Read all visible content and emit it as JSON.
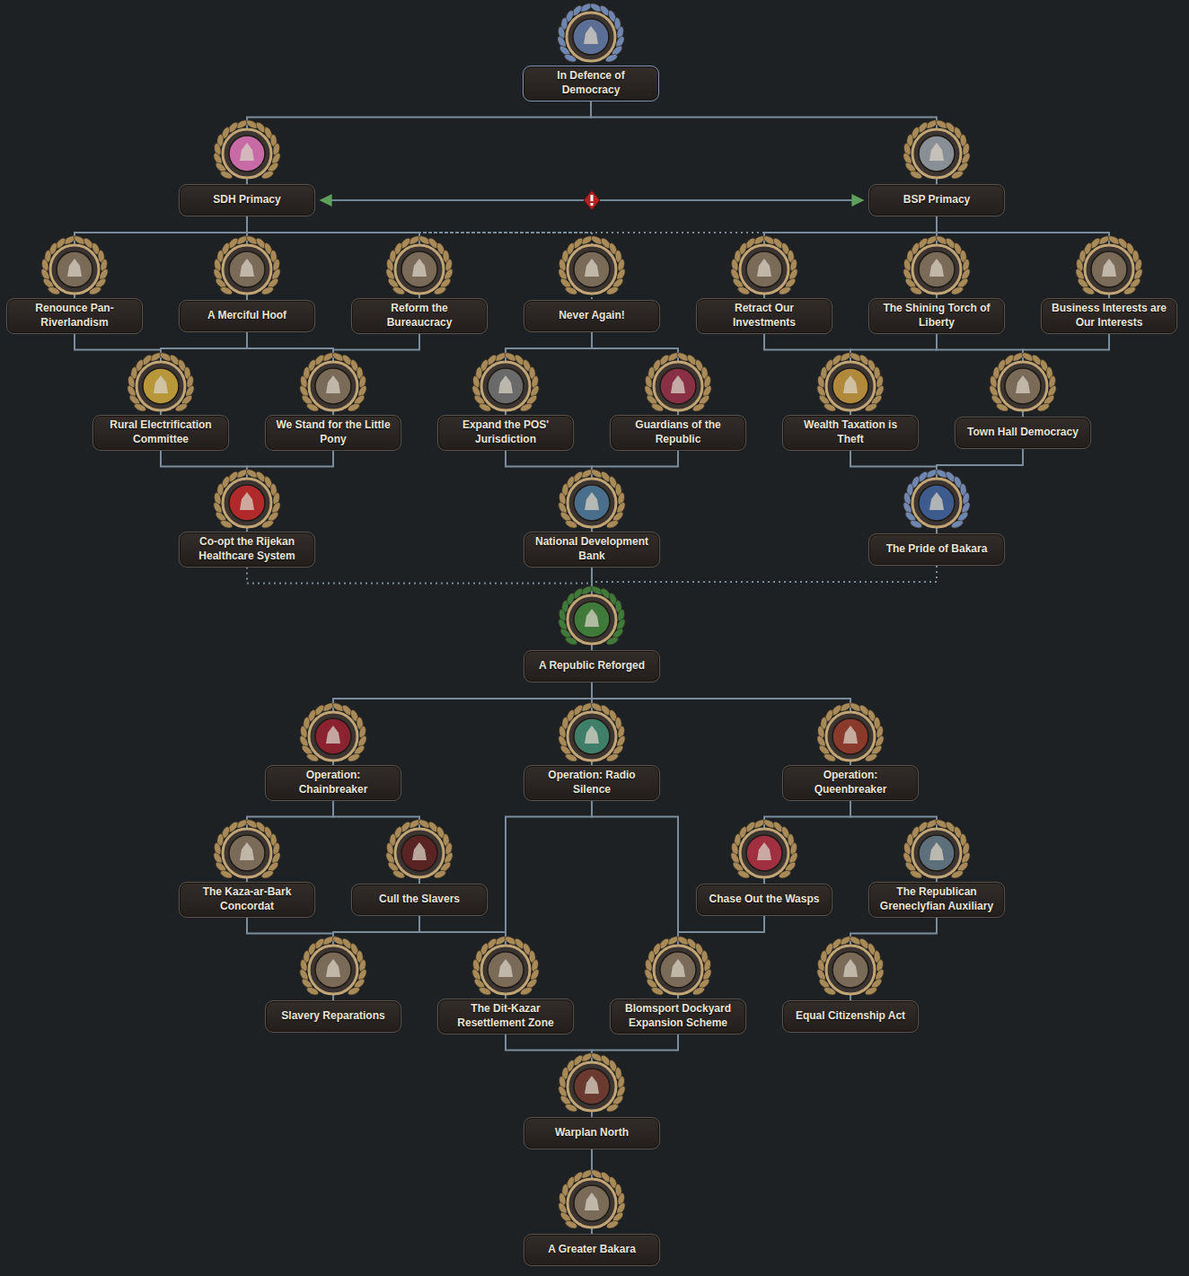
{
  "diagram": {
    "nodes": [
      {
        "text": [
          "In Defence of Democracy"
        ]
      },
      {
        "text": [
          "SDH Primacy"
        ]
      },
      {
        "text": [
          "BSP Primacy"
        ]
      },
      {
        "text": [
          "Renounce Pan-Riverlandism"
        ]
      },
      {
        "text": [
          "A Merciful Hoof"
        ]
      },
      {
        "text": [
          "Reform the Bureaucracy"
        ]
      },
      {
        "text": [
          "Never Again!"
        ]
      },
      {
        "text": [
          "Retract Our Investments"
        ]
      },
      {
        "text": [
          "The Shining Torch of Liberty"
        ]
      },
      {
        "text": [
          "Business Interests are Our Interests"
        ]
      },
      {
        "text": [
          "Rural Electrification Committee"
        ]
      },
      {
        "text": [
          "We Stand for the Little Pony"
        ]
      },
      {
        "text": [
          "Expand the POS' Jurisdiction"
        ]
      },
      {
        "text": [
          "Guardians of the Republic"
        ]
      },
      {
        "text": [
          "Wealth Taxation is Theft"
        ]
      },
      {
        "text": [
          "Town Hall Democracy"
        ]
      },
      {
        "text": [
          "Co-opt the Rijekan Healthcare System"
        ]
      },
      {
        "text": [
          "National Development Bank"
        ]
      },
      {
        "text": [
          "The Pride of Bakara"
        ]
      },
      {
        "text": [
          "A Republic Reforged"
        ]
      },
      {
        "text": [
          "Operation: Chainbreaker"
        ]
      },
      {
        "text": [
          "Operation: Radio Silence"
        ]
      },
      {
        "text": [
          "Operation: Queenbreaker"
        ]
      },
      {
        "text": [
          "The Kaza-ar-Bark Concordat"
        ]
      },
      {
        "text": [
          "Cull the Slavers"
        ]
      },
      {
        "text": [
          "Chase Out the Wasps"
        ]
      },
      {
        "text": [
          "The Republican Greneclyfian Auxiliary"
        ]
      },
      {
        "text": [
          "Slavery Reparations"
        ]
      },
      {
        "text": [
          "The Dit-Kazar Resettlement Zone"
        ]
      },
      {
        "text": [
          "Blomsport Dockyard Expansion Scheme"
        ]
      },
      {
        "text": [
          "Equal Citizenship Act"
        ]
      },
      {
        "text": [
          "Warplan North"
        ]
      },
      {
        "text": [
          "A Greater Bakara"
        ]
      }
    ],
    "edges": [
      {
        "from": 0,
        "to": 1,
        "arrow": "none"
      },
      {
        "from": 0,
        "to": 2,
        "arrow": "none"
      },
      {
        "from": 1,
        "to": 2,
        "arrow": "both"
      },
      {
        "from": 1,
        "to": 3,
        "arrow": "none"
      },
      {
        "from": 1,
        "to": 4,
        "arrow": "none"
      },
      {
        "from": 1,
        "to": 5,
        "arrow": "none"
      },
      {
        "from": 1,
        "to": 6,
        "arrow": "none"
      },
      {
        "from": 2,
        "to": 5,
        "arrow": "none"
      },
      {
        "from": 2,
        "to": 6,
        "arrow": "none"
      },
      {
        "from": 2,
        "to": 7,
        "arrow": "none"
      },
      {
        "from": 2,
        "to": 8,
        "arrow": "none"
      },
      {
        "from": 2,
        "to": 9,
        "arrow": "none"
      },
      {
        "from": 3,
        "to": 10,
        "arrow": "none"
      },
      {
        "from": 4,
        "to": 10,
        "arrow": "none"
      },
      {
        "from": 4,
        "to": 11,
        "arrow": "none"
      },
      {
        "from": 5,
        "to": 11,
        "arrow": "none"
      },
      {
        "from": 6,
        "to": 12,
        "arrow": "none"
      },
      {
        "from": 6,
        "to": 13,
        "arrow": "none"
      },
      {
        "from": 7,
        "to": 14,
        "arrow": "none"
      },
      {
        "from": 8,
        "to": 14,
        "arrow": "none"
      },
      {
        "from": 8,
        "to": 15,
        "arrow": "none"
      },
      {
        "from": 9,
        "to": 15,
        "arrow": "none"
      },
      {
        "from": 10,
        "to": 16,
        "arrow": "none"
      },
      {
        "from": 11,
        "to": 16,
        "arrow": "none"
      },
      {
        "from": 12,
        "to": 17,
        "arrow": "none"
      },
      {
        "from": 13,
        "to": 17,
        "arrow": "none"
      },
      {
        "from": 14,
        "to": 18,
        "arrow": "none"
      },
      {
        "from": 15,
        "to": 18,
        "arrow": "none"
      },
      {
        "from": 16,
        "to": 19,
        "arrow": "none"
      },
      {
        "from": 17,
        "to": 19,
        "arrow": "none"
      },
      {
        "from": 18,
        "to": 19,
        "arrow": "none"
      },
      {
        "from": 19,
        "to": 20,
        "arrow": "none"
      },
      {
        "from": 19,
        "to": 21,
        "arrow": "none"
      },
      {
        "from": 19,
        "to": 22,
        "arrow": "none"
      },
      {
        "from": 20,
        "to": 23,
        "arrow": "none"
      },
      {
        "from": 20,
        "to": 24,
        "arrow": "none"
      },
      {
        "from": 21,
        "to": 28,
        "arrow": "none"
      },
      {
        "from": 21,
        "to": 29,
        "arrow": "none"
      },
      {
        "from": 22,
        "to": 25,
        "arrow": "none"
      },
      {
        "from": 22,
        "to": 26,
        "arrow": "none"
      },
      {
        "from": 23,
        "to": 27,
        "arrow": "none"
      },
      {
        "from": 24,
        "to": 27,
        "arrow": "none"
      },
      {
        "from": 24,
        "to": 28,
        "arrow": "none"
      },
      {
        "from": 25,
        "to": 29,
        "arrow": "none"
      },
      {
        "from": 26,
        "to": 30,
        "arrow": "none"
      },
      {
        "from": 28,
        "to": 31,
        "arrow": "none"
      },
      {
        "from": 29,
        "to": 31,
        "arrow": "none"
      },
      {
        "from": 31,
        "to": 32,
        "arrow": "none"
      }
    ]
  }
}
